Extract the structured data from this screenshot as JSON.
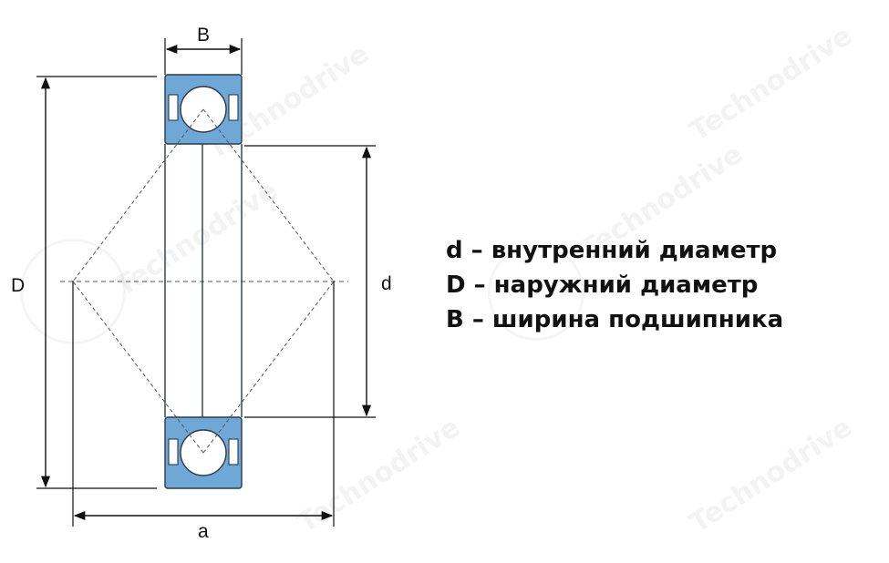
{
  "labels": {
    "B": "B",
    "D": "D",
    "d": "d",
    "a": "a"
  },
  "legend": {
    "d_line": "d – внутренний диаметр",
    "D_line": "D – наружний диаметр",
    "B_line": "B – ширина подшипника"
  },
  "watermark_text": "Technodrive",
  "colors": {
    "ring": "#6fa8d6",
    "ring_stroke": "#2b3a4a",
    "ball": "#ffffff",
    "line": "#111111",
    "dash": "#555555"
  }
}
